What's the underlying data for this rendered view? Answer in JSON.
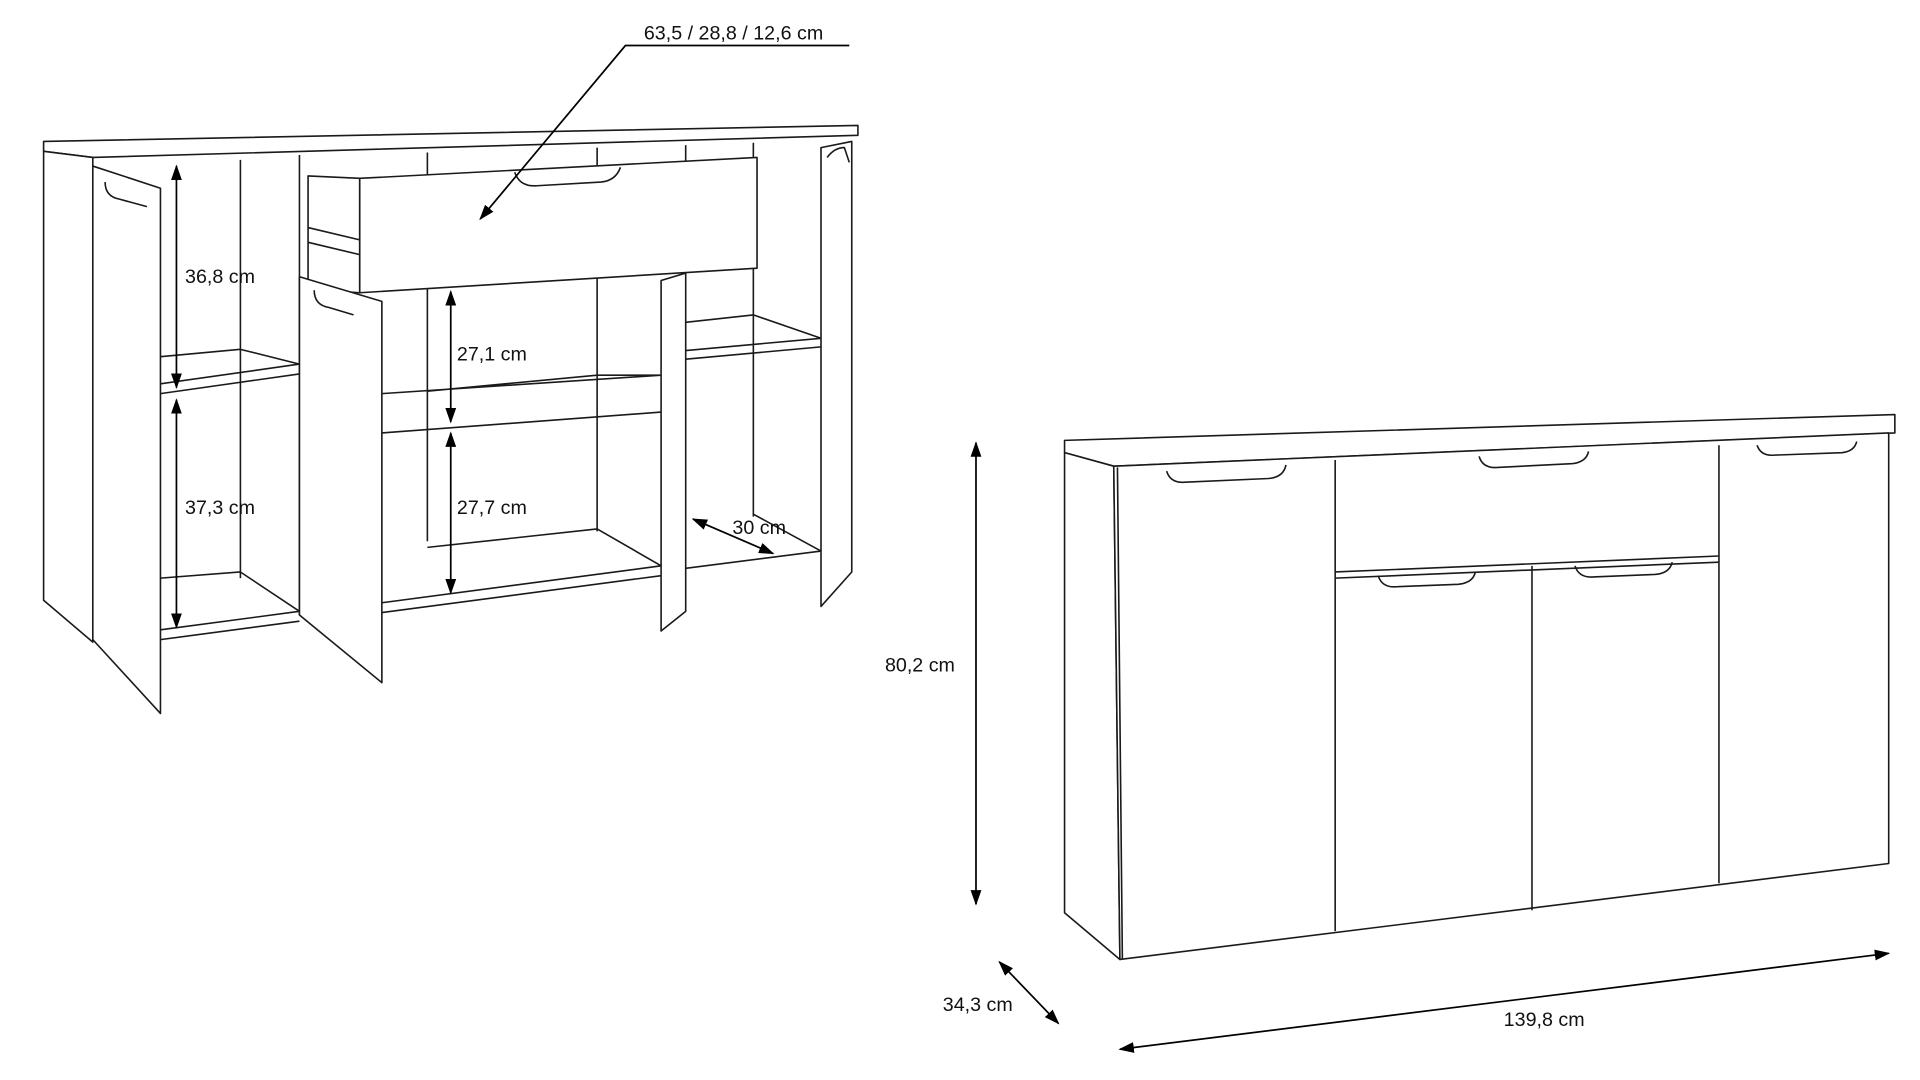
{
  "diagram": {
    "open_view": {
      "drawer_dimensions": "63,5 / 28,8 / 12,6 cm",
      "left_upper_height": "36,8 cm",
      "left_lower_height": "37,3 cm",
      "center_upper_height": "27,1 cm",
      "center_lower_height": "27,7 cm",
      "shelf_depth": "30 cm"
    },
    "closed_view": {
      "height": "80,2 cm",
      "depth": "34,3 cm",
      "width": "139,8 cm"
    },
    "line_color": "#1a1a1a"
  }
}
